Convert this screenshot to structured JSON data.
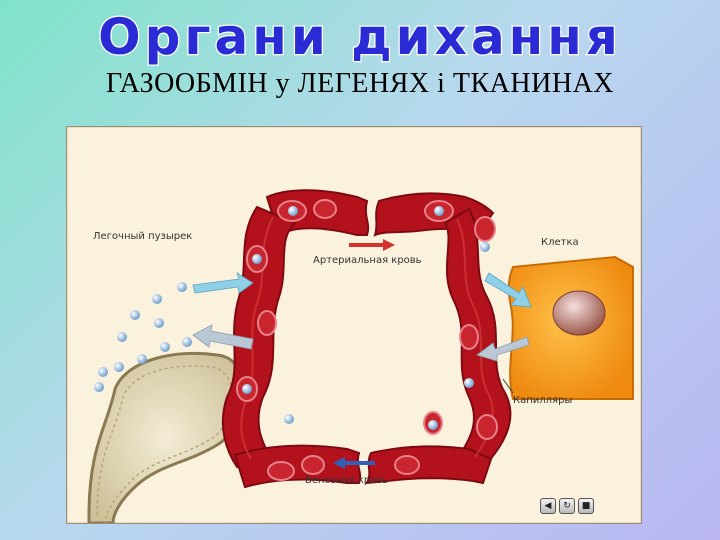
{
  "slide": {
    "title": "Органи дихання",
    "subtitle": "ГАЗООБМІН у ЛЕГЕНЯХ і ТКАНИНАХ"
  },
  "diagram": {
    "labels": {
      "alveolus": "Легочный пузырек",
      "arterial": "Артериальная кровь",
      "cell": "Клетка",
      "capillaries": "Капилляры",
      "venous": "Венозная кровь"
    }
  },
  "nav": {
    "prev": "◀",
    "replay": "↻",
    "stop": "■"
  },
  "colors": {
    "title_fill": "#2b2bd6",
    "vessel": "#b3121d",
    "arrow_o2": "#8fd0e8",
    "arrow_co2": "#b9c8d4",
    "cell": "#f7a21c"
  }
}
